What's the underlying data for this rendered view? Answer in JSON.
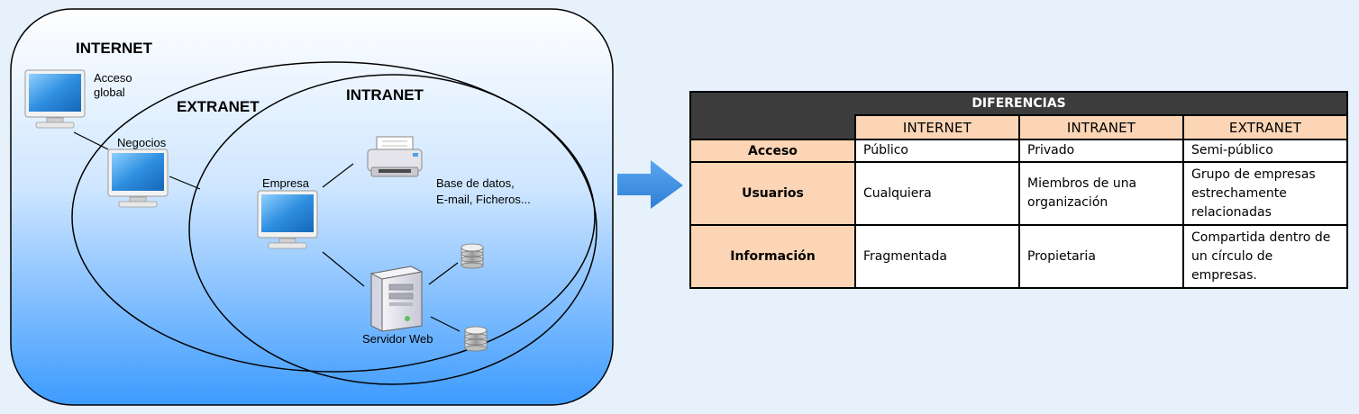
{
  "diagram": {
    "internet_label": "INTERNET",
    "extranet_label": "EXTRANET",
    "intranet_label": "INTRANET",
    "acceso_global_line1": "Acceso",
    "acceso_global_line2": "global",
    "negocios_label": "Negocios",
    "empresa_label": "Empresa",
    "base_datos_line1": "Base de datos,",
    "base_datos_line2": "E-mail, Ficheros...",
    "servidor_label": "Servidor Web",
    "colors": {
      "internet_top": "#ffffff",
      "internet_bottom": "#3d9bff",
      "arrow": "#4191e0",
      "monitor_screen": "#2f8fe0"
    },
    "icons": [
      "monitor-icon",
      "printer-icon",
      "server-icon",
      "database-icon",
      "arrow-right-icon"
    ]
  },
  "table": {
    "title": "DIFERENCIAS",
    "columns": [
      "INTERNET",
      "INTRANET",
      "EXTRANET"
    ],
    "rows": [
      {
        "label": "Acceso",
        "cells": [
          "Público",
          "Privado",
          "Semi-público"
        ]
      },
      {
        "label": "Usuarios",
        "cells": [
          "Cualquiera",
          "Miembros de una organización",
          "Grupo de empresas estrechamente relacionadas"
        ]
      },
      {
        "label": "Información",
        "cells": [
          "Fragmentada",
          "Propietaria",
          "Compartida dentro de un círculo de empresas."
        ]
      }
    ],
    "colors": {
      "header_bg": "#3c3c3c",
      "accent_bg": "#fbd5b5"
    }
  }
}
